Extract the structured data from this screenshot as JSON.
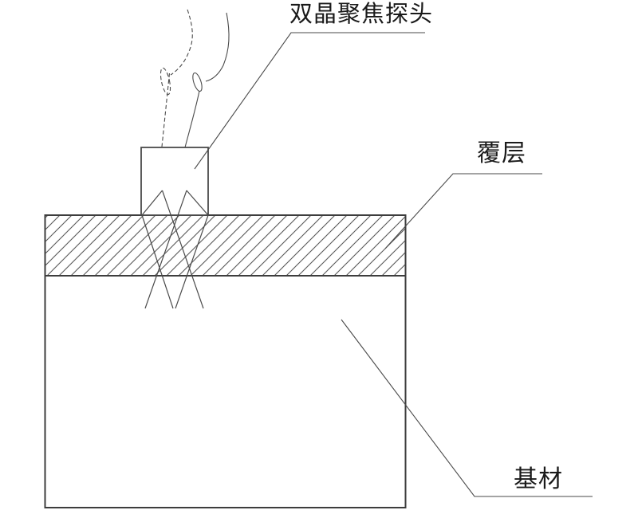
{
  "figure": {
    "type": "technical-diagram",
    "labels": {
      "probe": "双晶聚焦探头",
      "coating": "覆层",
      "substrate": "基材"
    },
    "colors": {
      "background": "#ffffff",
      "outline": "#3d3d3d",
      "thin_line": "#4a4a4a",
      "hatch": "#575757",
      "text": "#1a1a1a"
    }
  }
}
